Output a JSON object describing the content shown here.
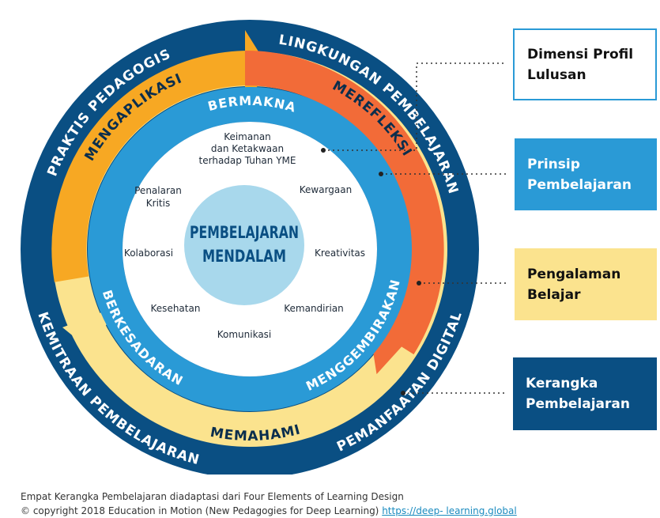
{
  "center": {
    "line1": "PEMBELAJARAN",
    "line2": "MENDALAM"
  },
  "outer_ring": {
    "praktis": "PRAKTIS PEDAGOGIS",
    "lingkungan": "LINGKUNGAN PEMBELAJARAN",
    "kemitraan": "KEMITRAAN PEMBELAJARAN",
    "pemanfaatan": "PEMANFAATAN DIGITAL"
  },
  "experience_ring": {
    "mengaplikasi": "MENGAPLIKASI",
    "merefleksi": "MEREFLEKSI",
    "memahami": "MEMAHAMI"
  },
  "principle_ring": {
    "bermakna": "BERMAKNA",
    "berkesadaran": "BERKESADARAN",
    "menggembirakan": "MENGGEMBIRAKAN"
  },
  "profile_dimensions": {
    "keimanan_1": "Keimanan",
    "keimanan_2": "dan Ketakwaan",
    "keimanan_3": "terhadap Tuhan YME",
    "kewargaan": "Kewargaan",
    "penalaran_1": "Penalaran",
    "penalaran_2": "Kritis",
    "kreativitas": "Kreativitas",
    "kolaborasi": "Kolaborasi",
    "kemandirian": "Kemandirian",
    "kesehatan": "Kesehatan",
    "komunikasi": "Komunikasi"
  },
  "legend": {
    "profil_1": "Dimensi Profil",
    "profil_2": "Lulusan",
    "prinsip_1": "Prinsip",
    "prinsip_2": "Pembelajaran",
    "pengalaman_1": "Pengalaman",
    "pengalaman_2": "Belajar",
    "kerangka_1": "Kerangka",
    "kerangka_2": "Pembelajaran"
  },
  "caption": {
    "line1": "Empat Kerangka Pembelajaran diadaptasi dari Four Elements of Learning Design",
    "line2_text": "© copyright 2018 Education in Motion (New Pedagogies for Deep Learning)",
    "link": "https://deep- learning.global"
  },
  "colors": {
    "navy": "#0a4f83",
    "orange": "#f7a823",
    "red_orange": "#f26b38",
    "yellow": "#fbe38e",
    "blue": "#2a9ad6",
    "light_blue": "#a8d8ec"
  }
}
